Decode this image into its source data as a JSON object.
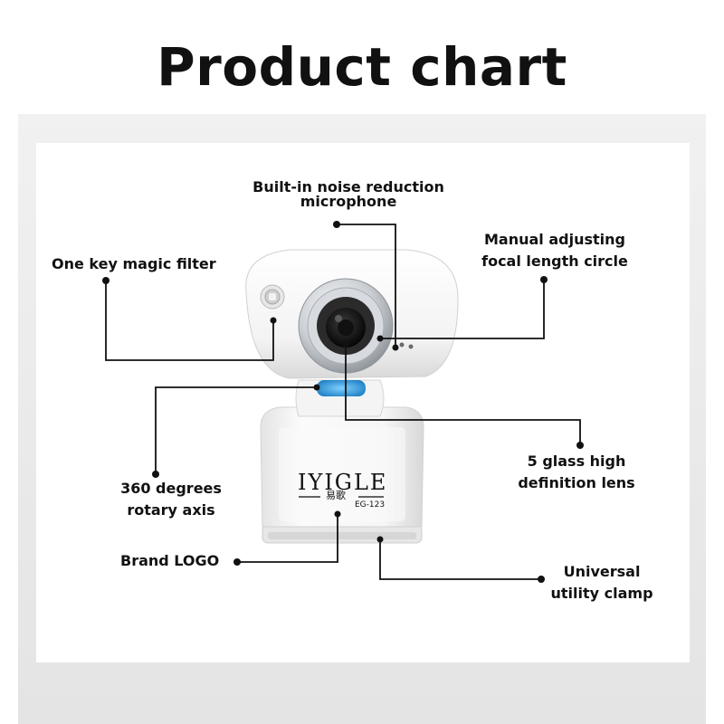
{
  "title": "Product chart",
  "product": {
    "logo_text": "IYIGLE",
    "logo_sub": "易歌",
    "model": "EG-123"
  },
  "callouts": {
    "microphone": {
      "line1": "Built-in noise reduction",
      "line2": "microphone"
    },
    "magic_filter": {
      "line1": "One key magic filter"
    },
    "focal_ring": {
      "line1": "Manual adjusting",
      "line2": "focal length circle"
    },
    "rotary_axis": {
      "line1": "360 degrees",
      "line2": "rotary axis"
    },
    "lens": {
      "line1": "5 glass high",
      "line2": "definition lens"
    },
    "brand_logo": {
      "line1": "Brand LOGO"
    },
    "clamp": {
      "line1": "Universal",
      "line2": "utility clamp"
    }
  },
  "colors": {
    "accent_blue": "#1e8fd6",
    "leader_line": "#111111",
    "body_white": "#f7f7f7"
  }
}
